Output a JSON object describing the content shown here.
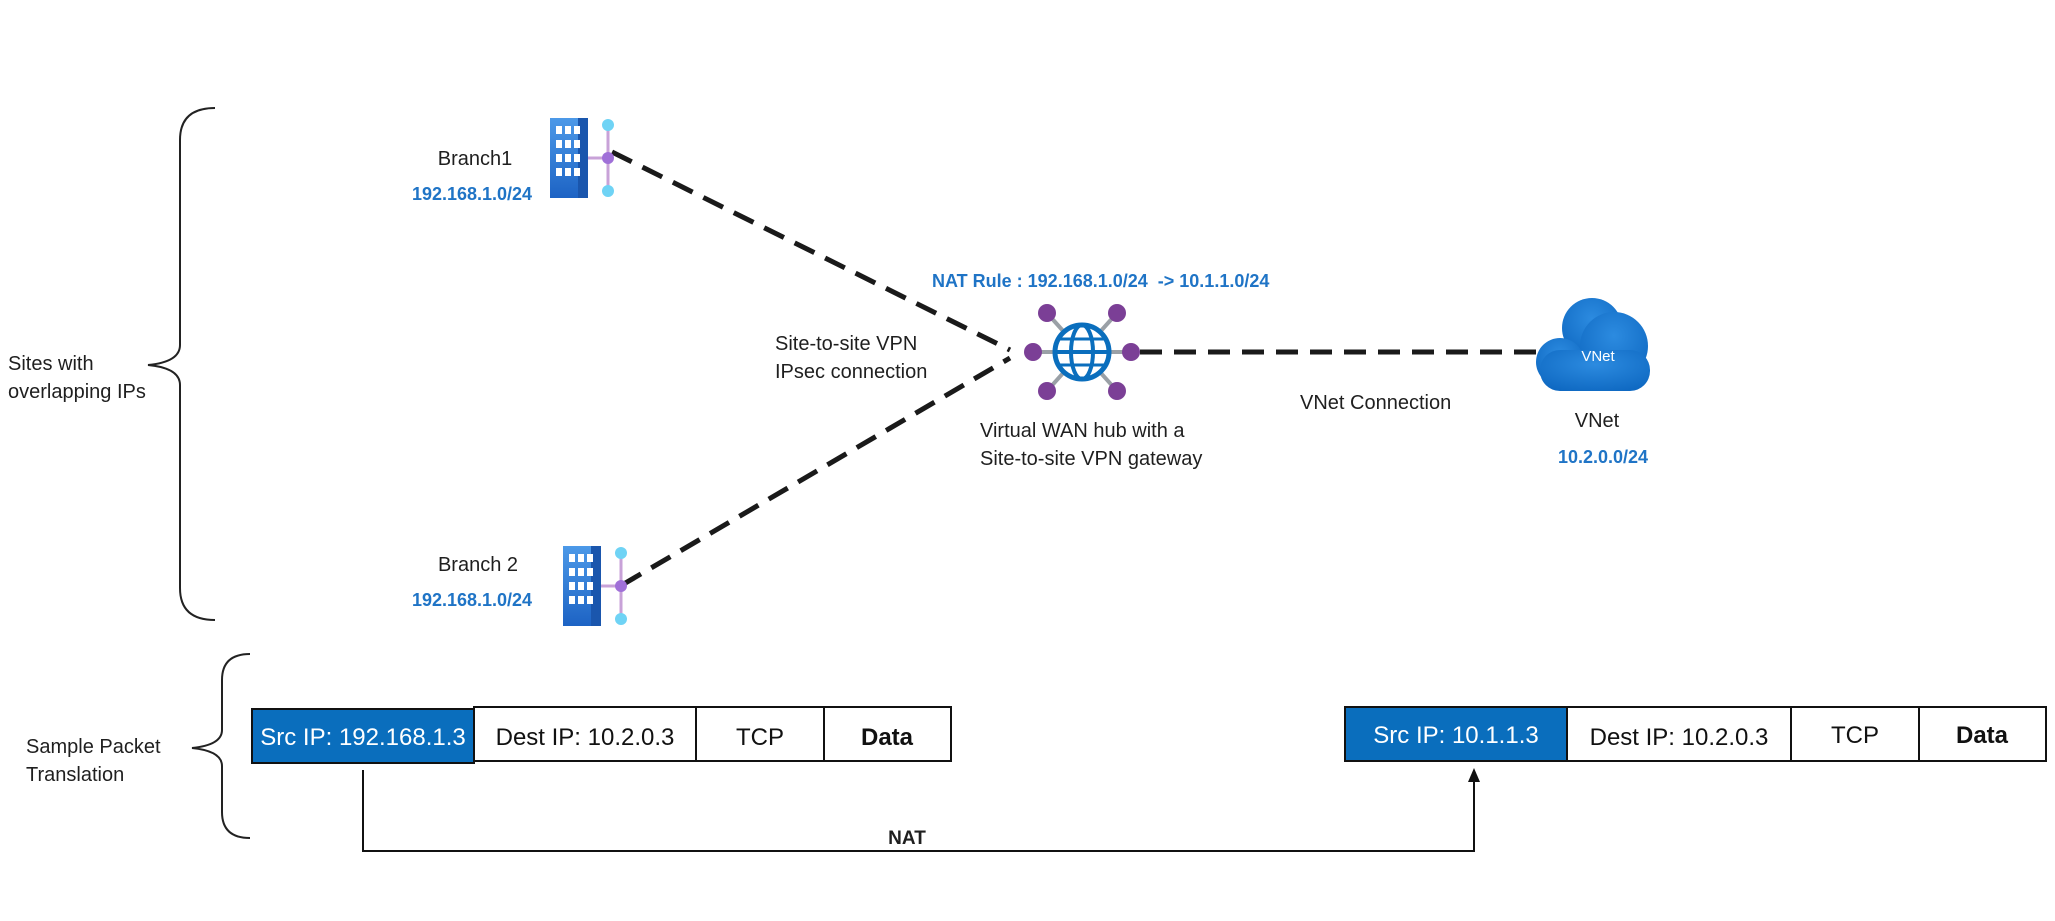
{
  "sites_brace_label": [
    "Sites with",
    "overlapping IPs"
  ],
  "sample_brace_label": [
    "Sample Packet",
    "Translation"
  ],
  "branch1": {
    "name": "Branch1",
    "ip": "192.168.1.0/24"
  },
  "branch2": {
    "name": "Branch 2",
    "ip": "192.168.1.0/24"
  },
  "vpn_link_label": [
    "Site-to-site VPN",
    "IPsec connection"
  ],
  "nat_rule": "NAT Rule : 192.168.1.0/24  -> 10.1.1.0/24",
  "hub_label": [
    "Virtual WAN hub with a",
    "Site-to-site VPN gateway"
  ],
  "vnet_connection_label": "VNet Connection",
  "vnet": {
    "icon_text": "VNet",
    "name": "VNet",
    "ip": "10.2.0.0/24"
  },
  "packet_before": {
    "src": "Src IP: 192.168.1.3",
    "dest": "Dest IP: 10.2.0.3",
    "proto": "TCP",
    "data": "Data"
  },
  "packet_after": {
    "src": "Src IP: 10.1.1.3",
    "dest": "Dest IP: 10.2.0.3",
    "proto": "TCP",
    "data": "Data"
  },
  "nat_arrow_label": "NAT",
  "colors": {
    "accent_blue": "#0a6ebd",
    "ip_text": "#1f74c6",
    "hub_node": "#7b3f96",
    "cloud": "#1a79d2",
    "building": "#2b7ad6",
    "connector": "#c8a2d8"
  }
}
